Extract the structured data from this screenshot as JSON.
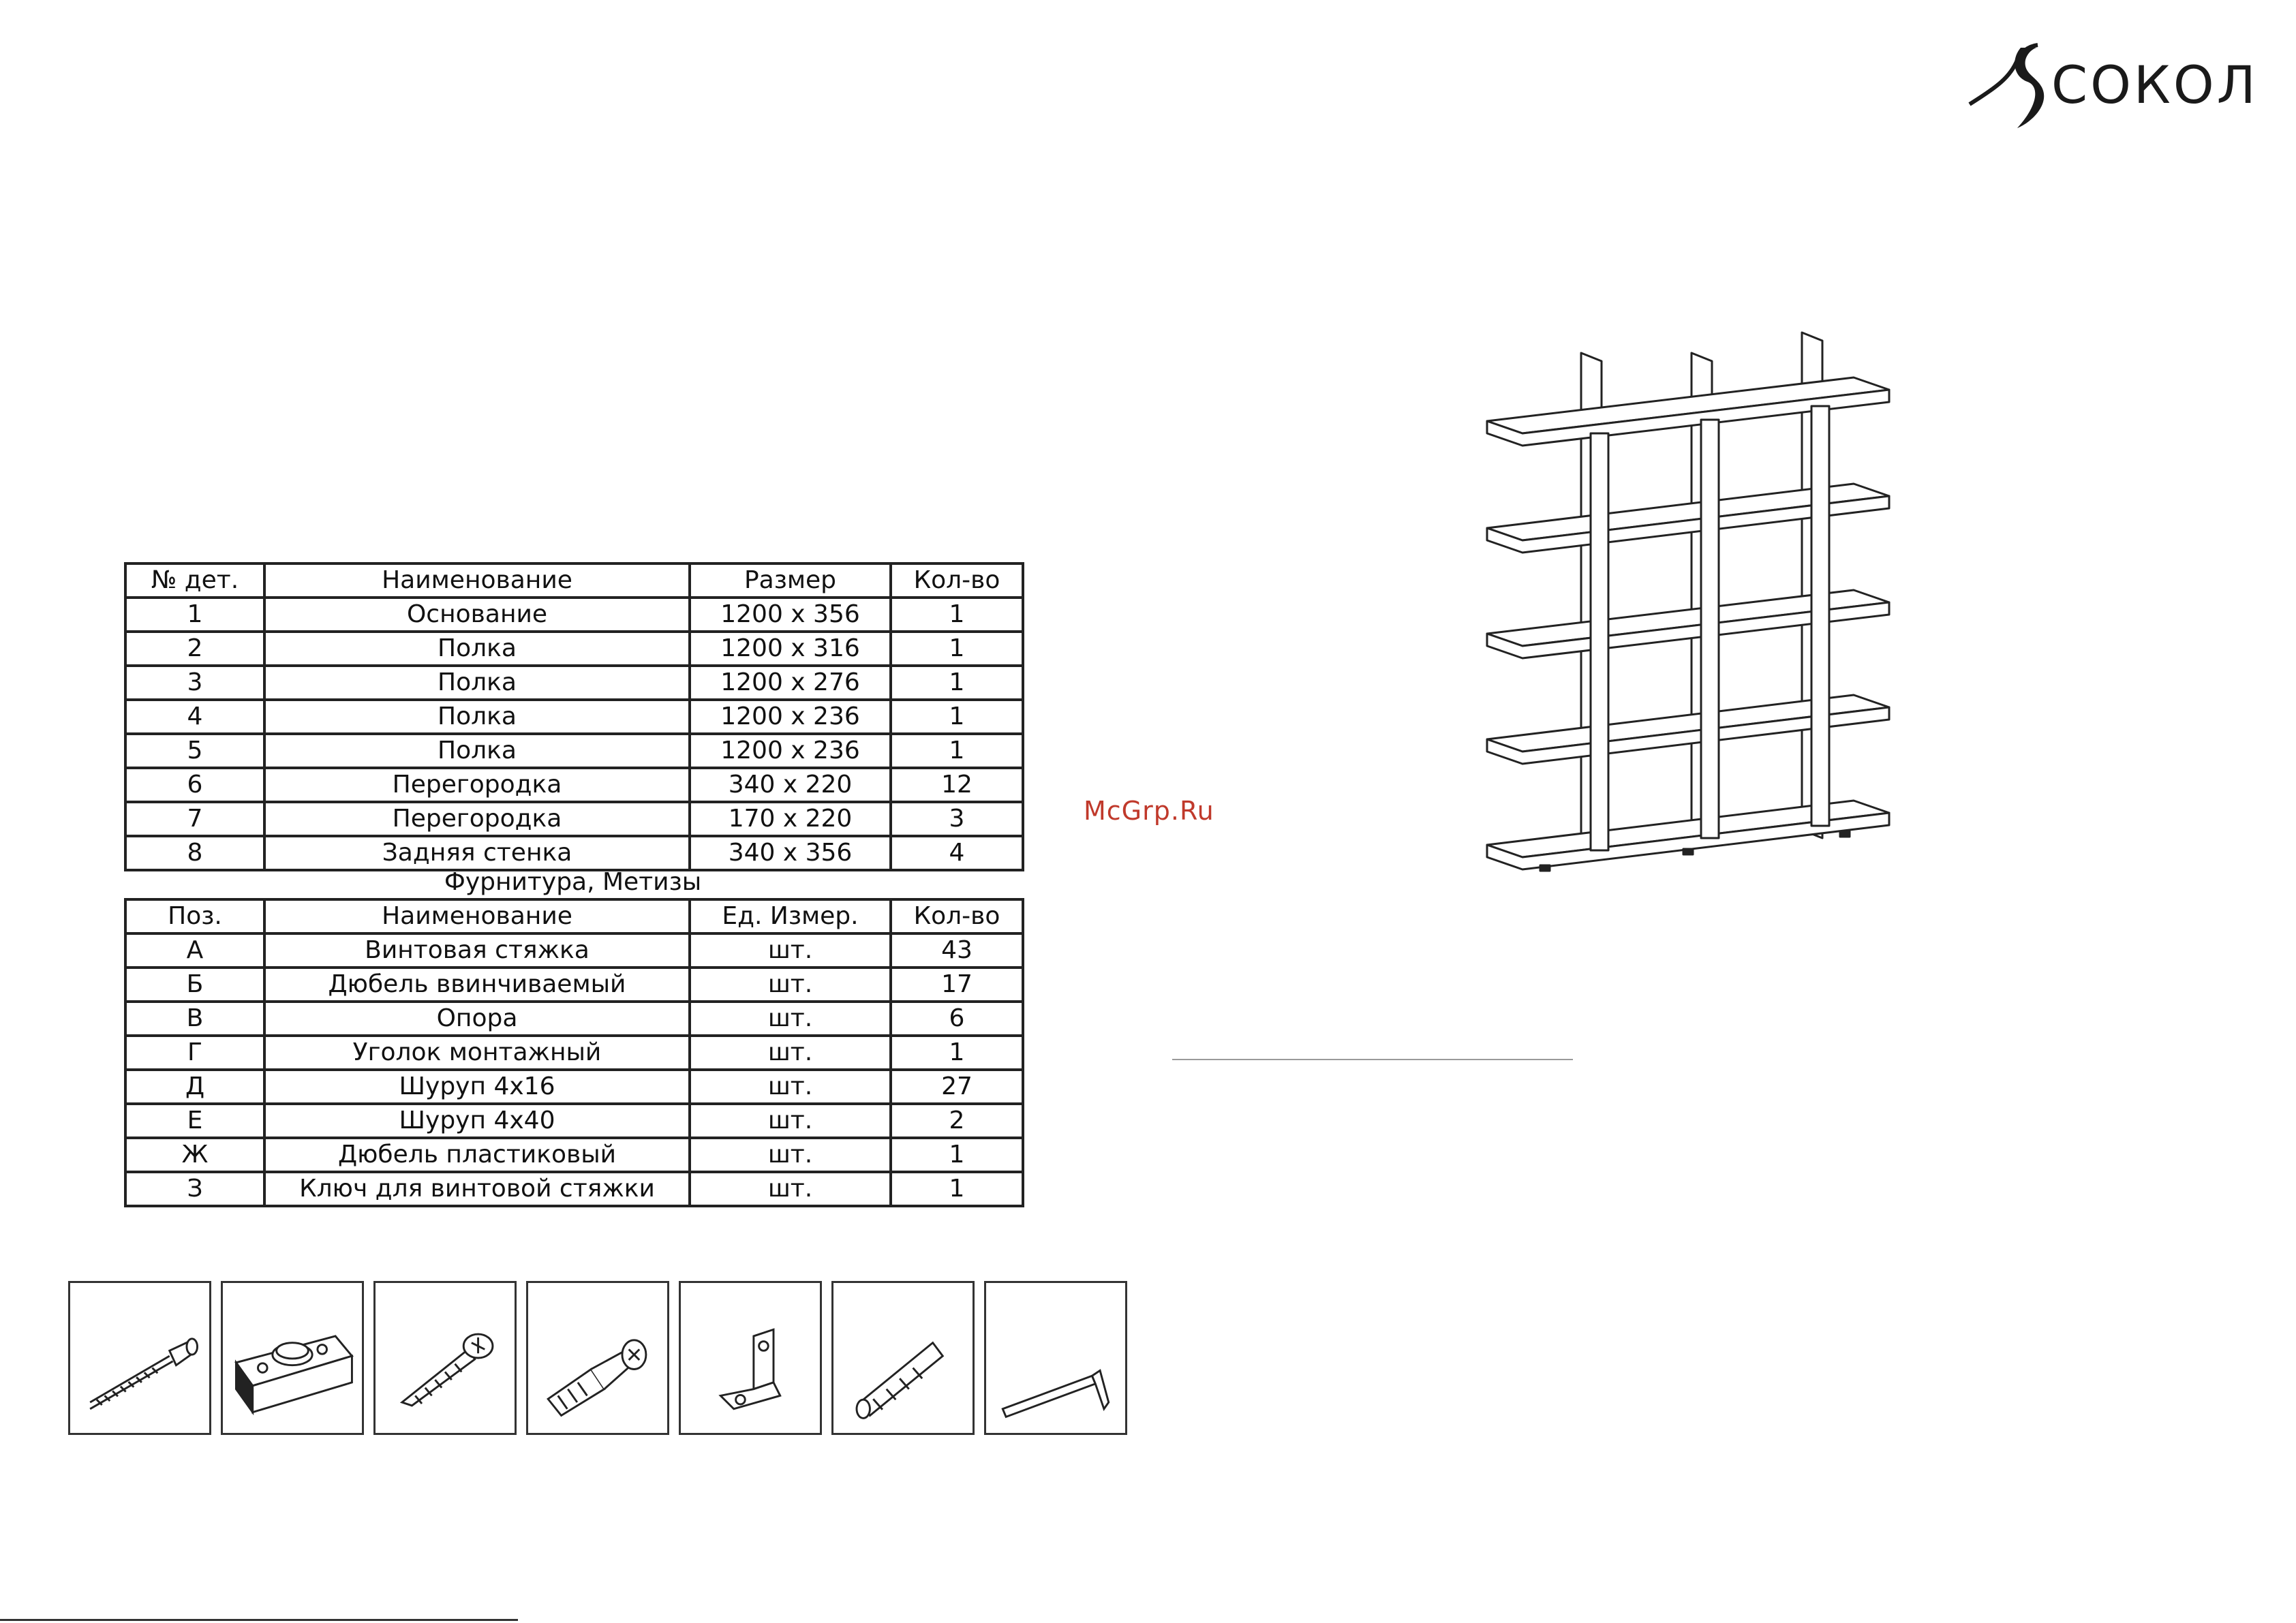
{
  "brand": {
    "name": "СОКОЛ"
  },
  "parts_table": {
    "headers": [
      "№ дет.",
      "Наименование",
      "Размер",
      "Кол-во"
    ],
    "rows": [
      [
        "1",
        "Основание",
        "1200 x 356",
        "1"
      ],
      [
        "2",
        "Полка",
        "1200 x 316",
        "1"
      ],
      [
        "3",
        "Полка",
        "1200 x 276",
        "1"
      ],
      [
        "4",
        "Полка",
        "1200 x 236",
        "1"
      ],
      [
        "5",
        "Полка",
        "1200 x 236",
        "1"
      ],
      [
        "6",
        "Перегородка",
        "340 x 220",
        "12"
      ],
      [
        "7",
        "Перегородка",
        "170 x 220",
        "3"
      ],
      [
        "8",
        "Задняя стенка",
        "340 x 356",
        "4"
      ]
    ]
  },
  "hardware_caption": "Фурнитура, Метизы",
  "hardware_table": {
    "headers": [
      "Поз.",
      "Наименование",
      "Ед. Измер.",
      "Кол-во"
    ],
    "rows": [
      [
        "А",
        "Винтовая стяжка",
        "шт.",
        "43"
      ],
      [
        "Б",
        "Дюбель ввинчиваемый",
        "шт.",
        "17"
      ],
      [
        "В",
        "Опора",
        "шт.",
        "6"
      ],
      [
        "Г",
        "Уголок монтажный",
        "шт.",
        "1"
      ],
      [
        "Д",
        "Шуруп 4х16",
        "шт.",
        "27"
      ],
      [
        "Е",
        "Шуруп 4х40",
        "шт.",
        "2"
      ],
      [
        "Ж",
        "Дюбель пластиковый",
        "шт.",
        "1"
      ],
      [
        "З",
        "Ключ для винтовой стяжки",
        "шт.",
        "1"
      ]
    ]
  },
  "watermark": "McGrp.Ru",
  "hardware_icons": [
    "confirmat-screw-icon",
    "support-foot-icon",
    "wood-screw-icon",
    "cam-dowel-icon",
    "mounting-bracket-icon",
    "plastic-dowel-icon",
    "hex-key-icon"
  ]
}
